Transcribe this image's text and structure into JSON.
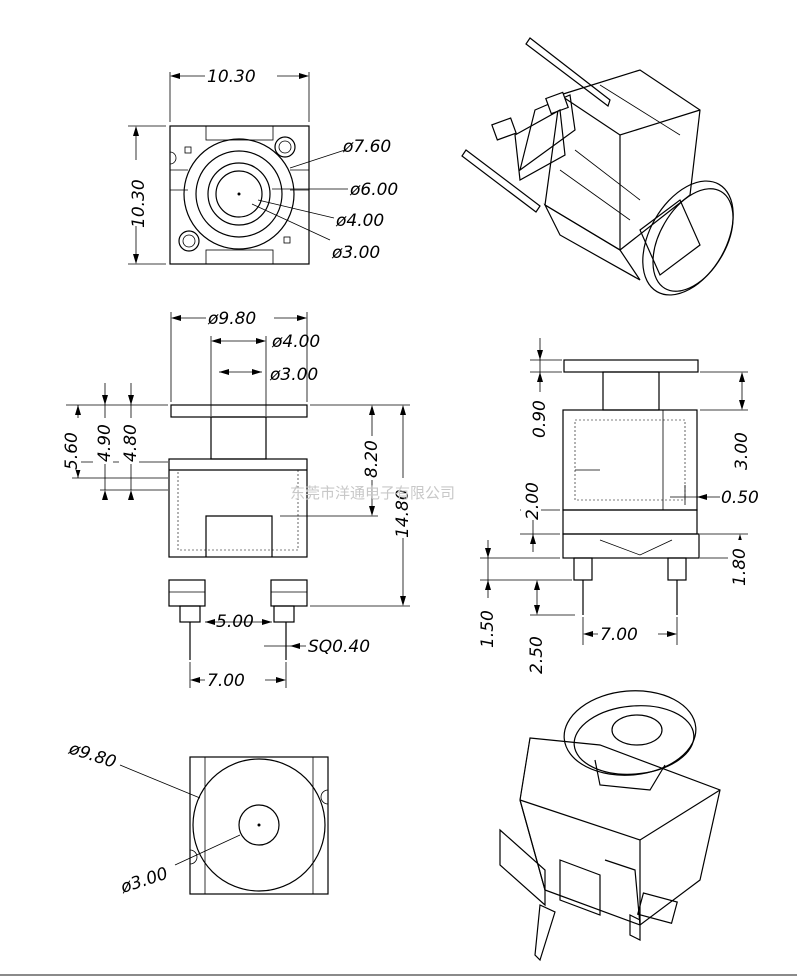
{
  "dimensions": {
    "top_width": "10.30",
    "top_height": "10.30",
    "d760": "ø7.60",
    "d600": "ø6.00",
    "d400_top": "ø4.00",
    "d300_top": "ø3.00",
    "front_d980": "ø9.80",
    "front_d400": "ø4.00",
    "front_d300": "ø3.00",
    "h560": "5.60",
    "h490": "4.90",
    "h480": "4.80",
    "h820": "8.20",
    "h1480": "14.80",
    "pin_gap": "5.00",
    "pin_sq": "SQ0.40",
    "pin_pitch": "7.00",
    "side_090": "0.90",
    "side_300": "3.00",
    "side_200": "2.00",
    "side_050": "0.50",
    "side_180": "1.80",
    "side_150": "1.50",
    "side_250": "2.50",
    "side_pitch": "7.00",
    "bottom_d980": "ø9.80",
    "bottom_d300": "ø3.00"
  },
  "watermark": "东莞市洋通电子有限公司"
}
